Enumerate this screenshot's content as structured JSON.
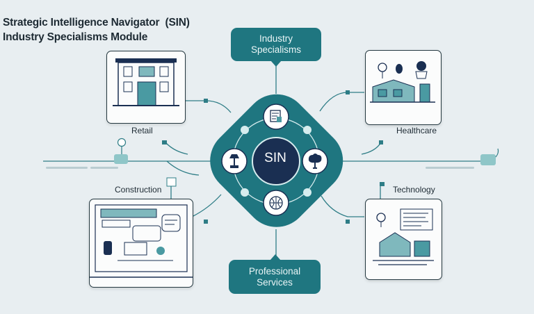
{
  "title": {
    "line1": "Strategic Intelligence Navigator  (SIN)",
    "line2": "Industry Specialisms Module"
  },
  "hub": {
    "center_label": "SIN"
  },
  "callouts": {
    "top": {
      "line1": "Industry",
      "line2": "Specialisms"
    },
    "bottom": {
      "line1": "Professional",
      "line2": "Services"
    }
  },
  "sectors": {
    "retail": "Retail",
    "healthcare": "Healthcare",
    "construction": "Construction",
    "technology": "Technology"
  },
  "colors": {
    "background": "#e8eef1",
    "hub_teal": "#1f7680",
    "hub_core": "#1a2f52",
    "line": "#2e7d86",
    "card_border": "#23373f"
  },
  "icons": [
    "storefront-icon",
    "hospital-scene-icon",
    "construction-blueprint-icon",
    "technology-building-icon",
    "lamp-icon",
    "tree-icon",
    "chart-icon",
    "globe-icon"
  ]
}
